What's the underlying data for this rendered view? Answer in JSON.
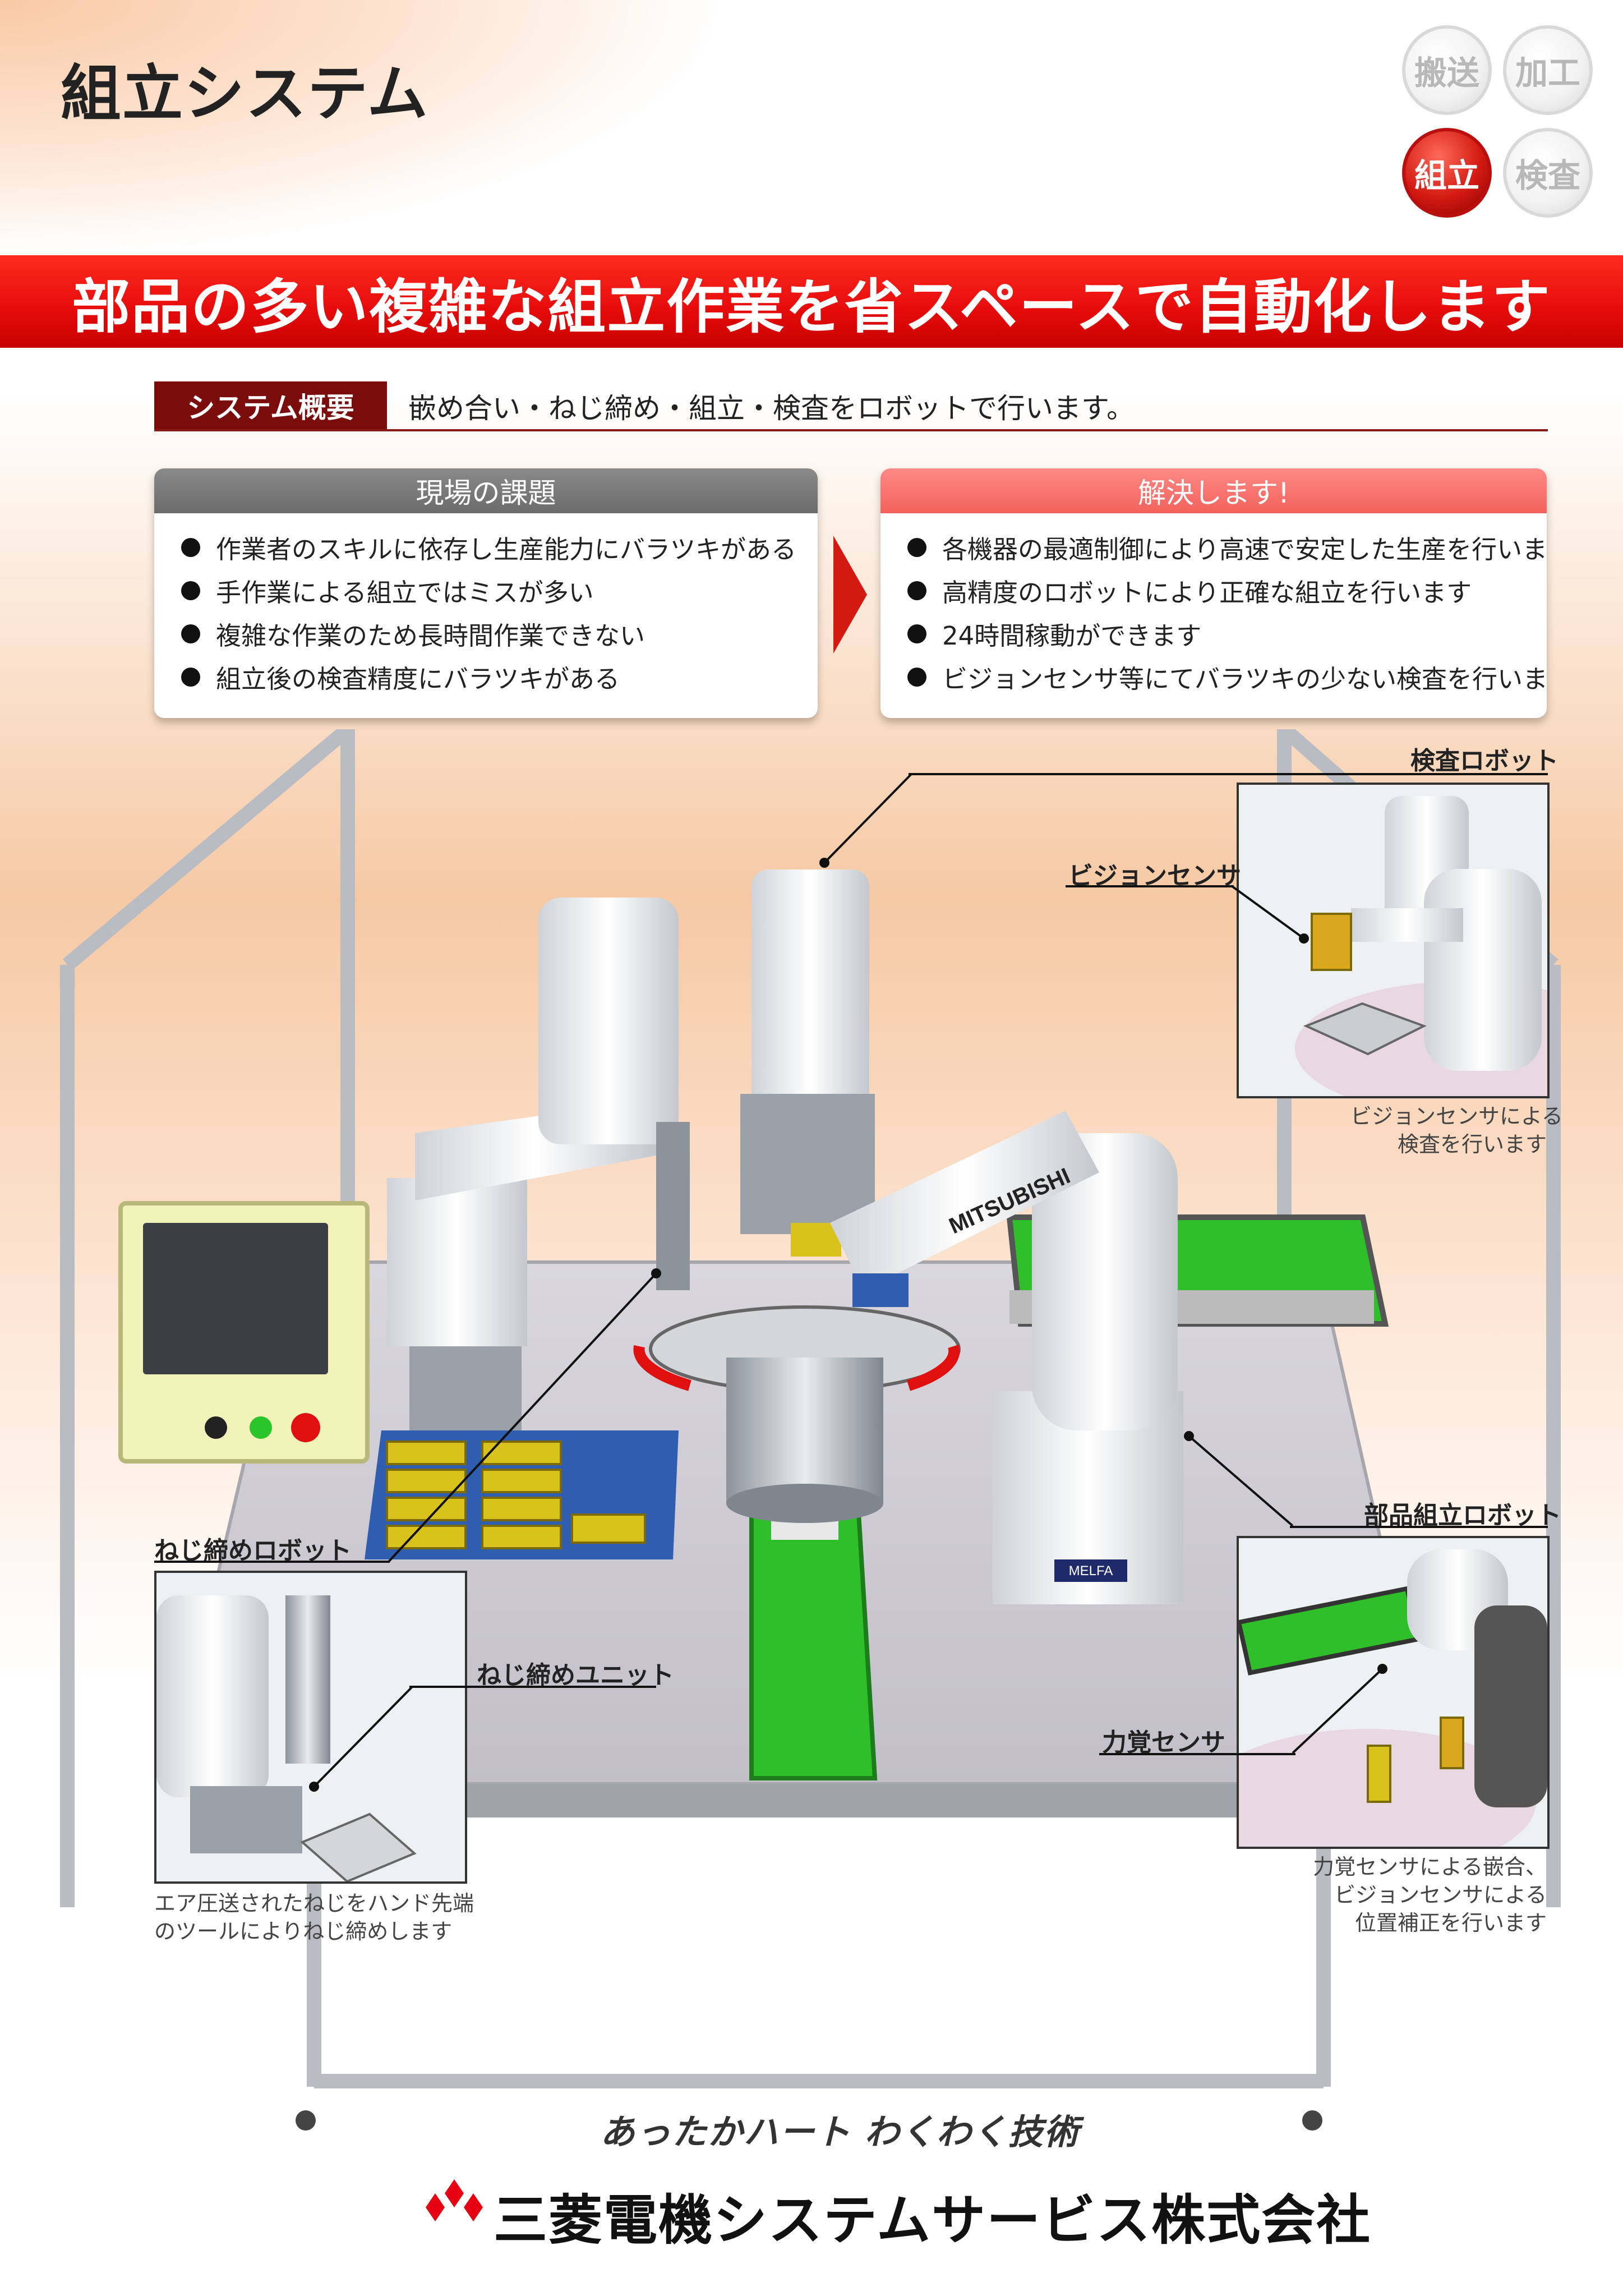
{
  "header": {
    "title": "組立システム",
    "categories": [
      {
        "label": "搬送",
        "active": false
      },
      {
        "label": "加工",
        "active": false
      },
      {
        "label": "組立",
        "active": true
      },
      {
        "label": "検査",
        "active": false
      }
    ]
  },
  "banner": {
    "headline": "部品の多い複雑な組立作業を省スペースで自動化します"
  },
  "overview": {
    "tag": "システム概要",
    "text": "嵌め合い・ねじ締め・組立・検査をロボットで行います。"
  },
  "problems": {
    "heading": "現場の課題",
    "items": [
      "作業者のスキルに依存し生産能力にバラツキがある",
      "手作業による組立ではミスが多い",
      "複雑な作業のため長時間作業できない",
      "組立後の検査精度にバラツキがある"
    ]
  },
  "solutions": {
    "heading": "解決します!",
    "items": [
      "各機器の最適制御により高速で安定した生産を行います",
      "高精度のロボットにより正確な組立を行います",
      "24時間稼動ができます",
      "ビジョンセンサ等にてバラツキの少ない検査を行います"
    ]
  },
  "callouts": {
    "inspection_robot": "検査ロボット",
    "vision_sensor": "ビジョンセンサ",
    "vision_caption": [
      "ビジョンセンサによる",
      "検査を行います"
    ],
    "screw_robot": "ねじ締めロボット",
    "screw_unit": "ねじ締めユニット",
    "screw_caption": [
      "エア圧送されたねじをハンド先端",
      "のツールによりねじ締めします"
    ],
    "assembly_robot": "部品組立ロボット",
    "force_sensor": "力覚センサ",
    "force_caption": [
      "力覚センサによる嵌合、",
      "ビジョンセンサによる",
      "位置補正を行います"
    ]
  },
  "illustration": {
    "arm_brand": "MITSUBISHI",
    "base_brand": "MELFA"
  },
  "footer": {
    "slogan": "あったかハート わくわく技術",
    "company": "三菱電機システムサービス株式会社"
  },
  "colors": {
    "brand_red": "#e50b0b",
    "panel_dark": "#7a0c0c",
    "conveyor_green": "#2fbf2a"
  }
}
